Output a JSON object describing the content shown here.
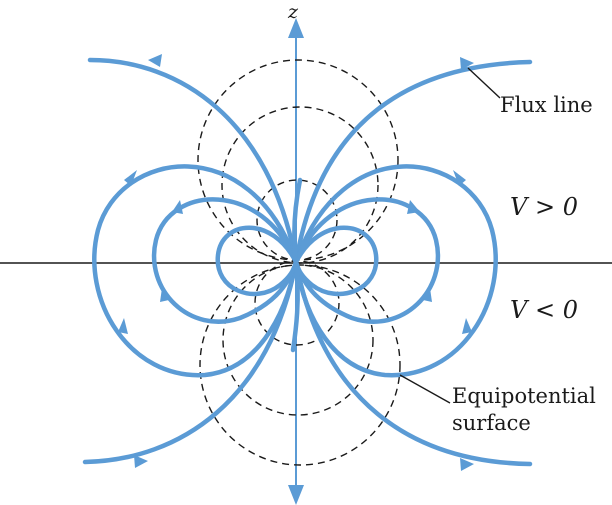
{
  "figure": {
    "axis_label": "z",
    "labels": {
      "flux_line": "Flux line",
      "v_positive": "V > 0",
      "v_negative": "V < 0",
      "equipotential_line1": "Equipotential",
      "equipotential_line2": "surface"
    }
  },
  "colors": {
    "flux": "#5b9bd5",
    "equipotential": "#1a1a1a",
    "axis": "#5b9bd5",
    "horizontal_line": "#1a1a1a"
  }
}
